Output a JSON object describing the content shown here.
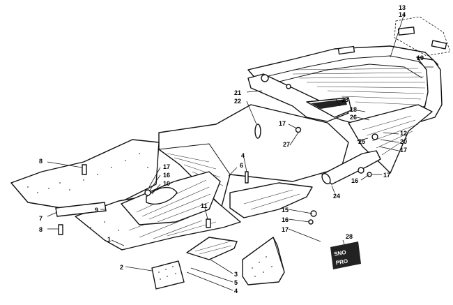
{
  "callouts": [
    {
      "id": "c13",
      "label": "13"
    },
    {
      "id": "c14",
      "label": "14"
    },
    {
      "id": "c19",
      "label": "19"
    },
    {
      "id": "c21",
      "label": "21"
    },
    {
      "id": "c22",
      "label": "22"
    },
    {
      "id": "c23",
      "label": "23"
    },
    {
      "id": "c18",
      "label": "18"
    },
    {
      "id": "c26",
      "label": "26"
    },
    {
      "id": "c17a",
      "label": "17"
    },
    {
      "id": "c12",
      "label": "12"
    },
    {
      "id": "c20",
      "label": "20"
    },
    {
      "id": "c17b",
      "label": "17"
    },
    {
      "id": "c25",
      "label": "25"
    },
    {
      "id": "c27",
      "label": "27"
    },
    {
      "id": "c4a",
      "label": "4"
    },
    {
      "id": "c6",
      "label": "6"
    },
    {
      "id": "c8a",
      "label": "8"
    },
    {
      "id": "c17c",
      "label": "17"
    },
    {
      "id": "c16a",
      "label": "16"
    },
    {
      "id": "c10",
      "label": "10"
    },
    {
      "id": "c16b",
      "label": "16"
    },
    {
      "id": "c17d",
      "label": "17"
    },
    {
      "id": "c24",
      "label": "24"
    },
    {
      "id": "c11",
      "label": "11"
    },
    {
      "id": "c9",
      "label": "9"
    },
    {
      "id": "c7",
      "label": "7"
    },
    {
      "id": "c8b",
      "label": "8"
    },
    {
      "id": "c15",
      "label": "15"
    },
    {
      "id": "c16c",
      "label": "16"
    },
    {
      "id": "c17e",
      "label": "17"
    },
    {
      "id": "c28",
      "label": "28"
    },
    {
      "id": "c1",
      "label": "1"
    },
    {
      "id": "c2",
      "label": "2"
    },
    {
      "id": "c3",
      "label": "3"
    },
    {
      "id": "c5",
      "label": "5"
    },
    {
      "id": "c4b",
      "label": "4"
    }
  ],
  "decal": {
    "line1": "SNO",
    "line2": "PRO"
  }
}
